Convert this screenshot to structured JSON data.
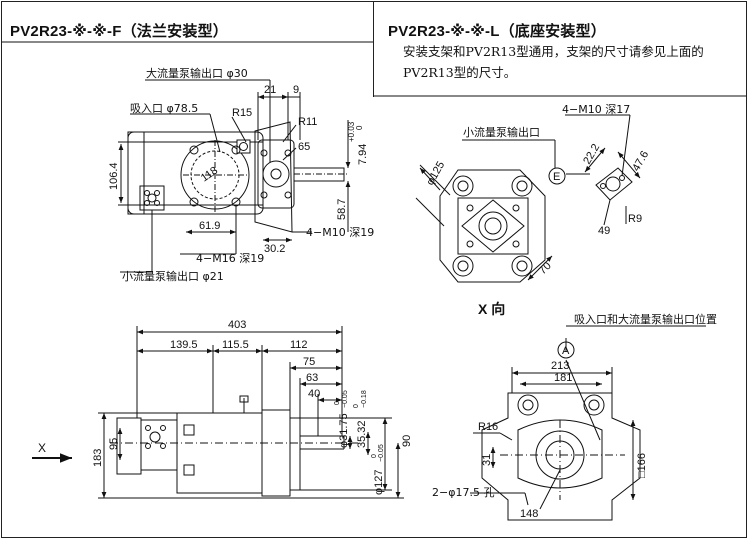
{
  "titles": {
    "flange": "PV2R23-※-※-F（法兰安装型）",
    "foot": "PV2R23-※-※-L（底座安装型）"
  },
  "note": {
    "line1": "安装支架和PV2R13型通用，支架的尺寸请参见上面的",
    "line2": "PV2R13型的尺寸。"
  },
  "flange_front": {
    "large_outlet": "大流量泵输出口 φ30",
    "inlet": "吸入口 φ78.5",
    "r15": "R15",
    "d21": "21",
    "d9": "9",
    "r11": "R11",
    "d65": "65",
    "d7_94": "7.94",
    "d7_94_tol_up": "+0.03",
    "d7_94_tol_dn": "0",
    "d106_4": "106.4",
    "d118": "118",
    "d58_7": "58.7",
    "d61_9": "61.9",
    "d30_2": "30.2",
    "m10": "4−M10 深19",
    "m16": "4−M16 深19",
    "small_outlet": "小流量泵输出口 φ21"
  },
  "foot_front": {
    "m10_17": "4−M10 深17",
    "small_outlet": "小流量泵输出口",
    "circle_e": "E",
    "d125": "φ125",
    "d22_2": "22.2",
    "d47_6": "47.6",
    "r9": "R9",
    "d49": "49",
    "d70": "70",
    "x_view": "X 向"
  },
  "side": {
    "d403": "403",
    "d139_5": "139.5",
    "d115_5": "115.5",
    "d112": "112",
    "d75": "75",
    "d63": "63",
    "d40": "40",
    "d95": "95",
    "d183": "183",
    "x_label": "X",
    "shaft1": "φ31.75",
    "shaft1_tol_up": "0",
    "shaft1_tol_dn": "−0.05",
    "shaft2": "35.32",
    "shaft2_tol_up": "0",
    "shaft2_tol_dn": "−0.18",
    "pilot": "φ127",
    "pilot_tol_up": "0",
    "pilot_tol_dn": "−0.05",
    "d90": "90"
  },
  "foot_side": {
    "callout": "吸入口和大流量泵输出口位置",
    "circle_a": "A",
    "d213": "213",
    "d181": "181",
    "r16": "R16",
    "d31": "31",
    "d166": "□166",
    "holes": "2−φ17.5 孔",
    "d148": "148"
  }
}
